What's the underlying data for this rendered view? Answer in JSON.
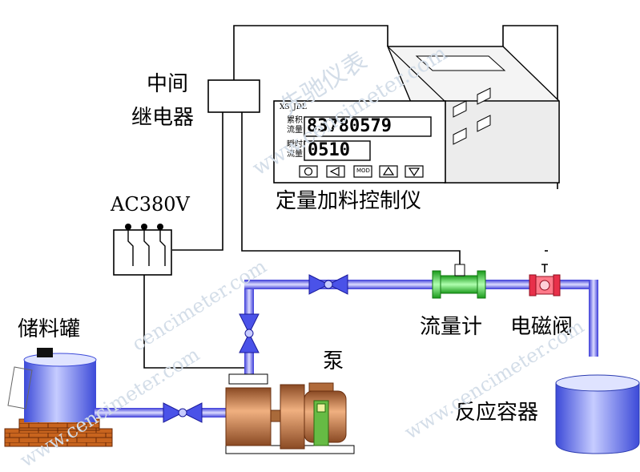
{
  "labels": {
    "relay": [
      "中间",
      "继电器"
    ],
    "power": "AC380V",
    "controller": "定量加料控制仪",
    "tank": "储料罐",
    "pump": "泵",
    "flowmeter": "流量计",
    "valve": "电磁阀",
    "reactor": "反应容器"
  },
  "controller_panel": {
    "model": "XS_JDL",
    "total_label": [
      "累积",
      "流量"
    ],
    "total_value": "83780579",
    "instant_label": [
      "瞬时",
      "流量"
    ],
    "instant_value": "0510",
    "mod_button": "MOD"
  },
  "watermarks": {
    "brand_cn": "先驰仪表",
    "brand_url": "www.cencimeter.com",
    "url_fragment": "cencimeter.com"
  },
  "colors": {
    "pipe": "#4a4af0",
    "pipe_light": "#c8c8ff",
    "motor": "#c97a4a",
    "flowmeter": "#33cc33",
    "valve": "#e8304a",
    "tank": "#4e5df0",
    "brick": "#c0601e"
  }
}
